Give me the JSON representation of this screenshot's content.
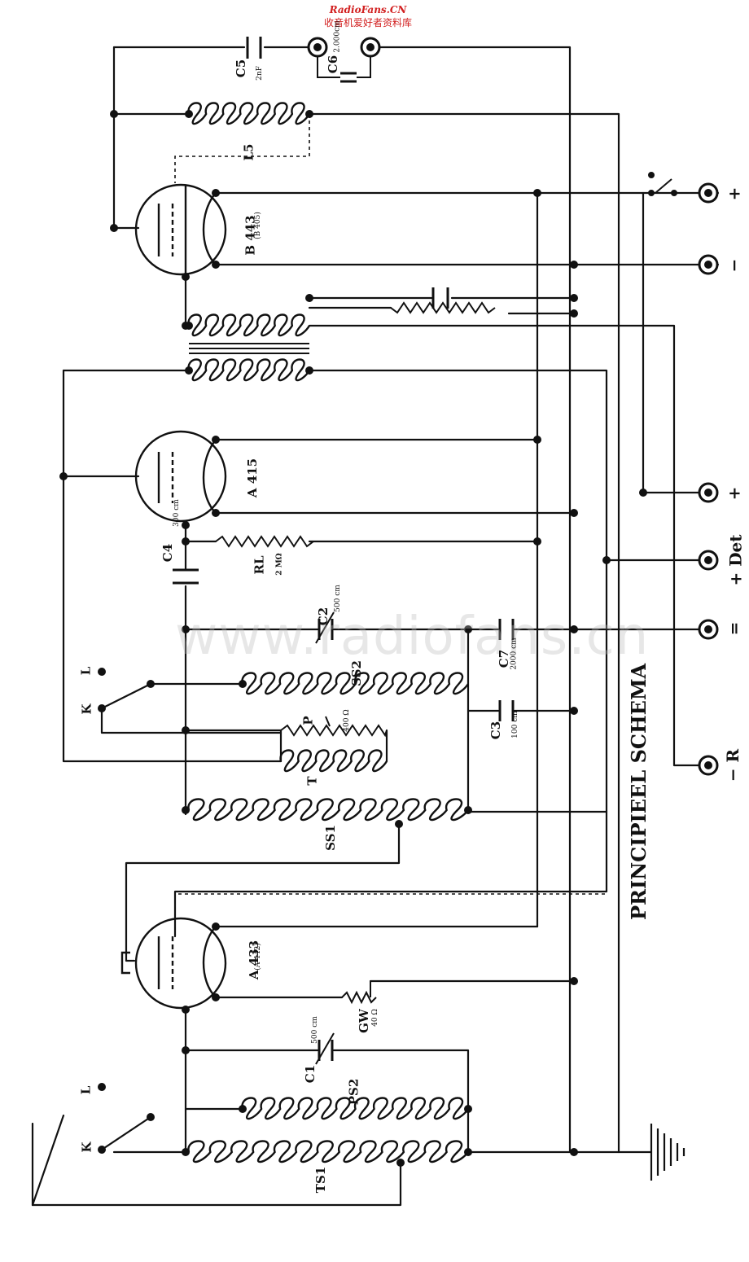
{
  "header": {
    "site": "RadioFans.CN",
    "subtitle": "收音机爱好者资料库"
  },
  "watermark": "www.radiofans.cn",
  "title": "PRINCIPIEEL SCHEMA",
  "tubes": {
    "output": "B 443",
    "output_alt": "(B 405)",
    "audio": "A 415",
    "detector": "A 433",
    "detector_alt": "(A 442)"
  },
  "components": {
    "c5": "C5",
    "c5_val": "2nF",
    "c6": "C6",
    "c6_val": "2.000cm",
    "l5": "L5",
    "c4": "C4",
    "c4_val": "300 cm",
    "rl": "RL",
    "rl_val": "2 MΩ",
    "c2": "C2",
    "c2_val": "500 cm",
    "ss2": "SS2",
    "ss1": "SS1",
    "c7": "C7",
    "c7_val": "2000 cm",
    "c3": "C3",
    "c3_val": "100 cm",
    "p": "P",
    "p_val": "400 Ω",
    "t": "T",
    "c1": "C1",
    "c1_val": "500 cm",
    "gw": "GW",
    "gw_val": "40 Ω",
    "ps2": "PS2",
    "ts1": "TS1"
  },
  "switches": {
    "k": "K",
    "l": "L"
  },
  "terminals": {
    "plus": "+",
    "minus": "−",
    "det": "+ Det",
    "eq": "=",
    "minus_r": "− R"
  }
}
